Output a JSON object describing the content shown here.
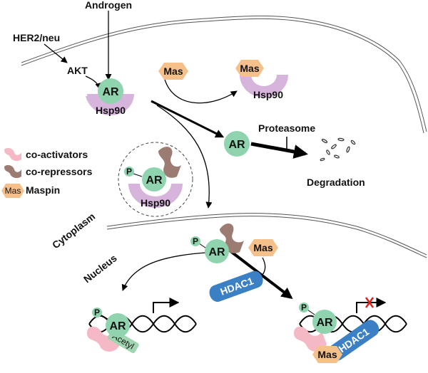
{
  "labels": {
    "androgen": "Androgen",
    "her2": "HER2/neu",
    "akt": "AKT",
    "proteasome": "Proteasome",
    "degradation": "Degradation",
    "cytoplasm": "Cytoplasm",
    "nucleus": "Nucleus"
  },
  "proteins": {
    "ar": "AR",
    "hsp90": "Hsp90",
    "mas": "Mas",
    "hdac1": "HDAC1",
    "p": "P",
    "acetyl": "Acetyl"
  },
  "legend": {
    "coactivators": "co-activators",
    "corepressors": "co-repressors",
    "maspin_abbr": "Mas",
    "maspin": "Maspin"
  },
  "colors": {
    "ar_green": "#8fd4ae",
    "hsp90_purple": "#d6b4dc",
    "mas_orange": "#f5c08a",
    "hdac1_blue": "#3b7fc4",
    "coactivator_pink": "#f4b9c4",
    "corepressor_brown": "#9c7b72",
    "acetyl_green": "#9fd5b0"
  }
}
